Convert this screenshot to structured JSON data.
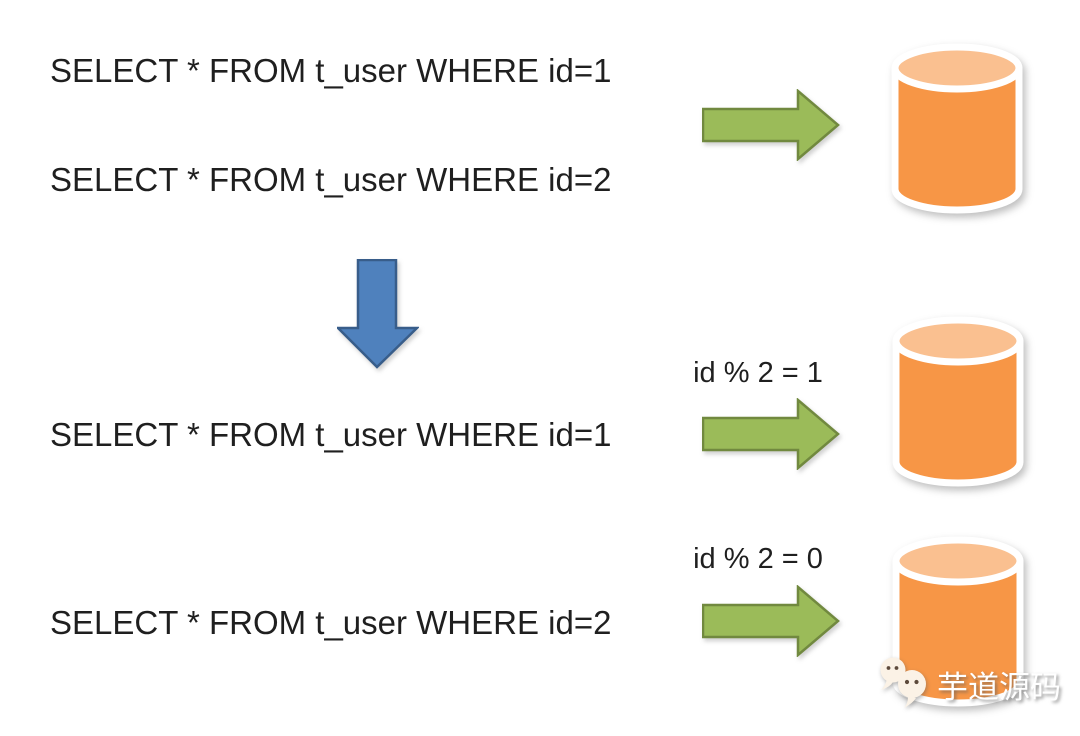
{
  "diagram": {
    "before": {
      "query_1": "SELECT * FROM t_user WHERE id=1",
      "query_2": "SELECT * FROM t_user WHERE id=2"
    },
    "after": {
      "query_1": "SELECT * FROM t_user WHERE id=1",
      "route_label_1": "id % 2 = 1",
      "query_2": "SELECT * FROM t_user WHERE id=2",
      "route_label_2": "id % 2 = 0"
    },
    "colors": {
      "arrow_green": "#9bbb59",
      "arrow_green_border": "#71893f",
      "arrow_blue": "#4f81bd",
      "arrow_blue_border": "#385d8a",
      "db_body": "#f79646",
      "db_top": "#fac090",
      "db_outline": "#ffffff",
      "text": "#1f1f1f",
      "watermark_bubble": "#fbf2e6",
      "watermark_eyes": "#5d4a3c",
      "watermark_text": "#ffffff"
    }
  },
  "watermark": {
    "icon": "wechat-icon",
    "text": "芋道源码"
  }
}
